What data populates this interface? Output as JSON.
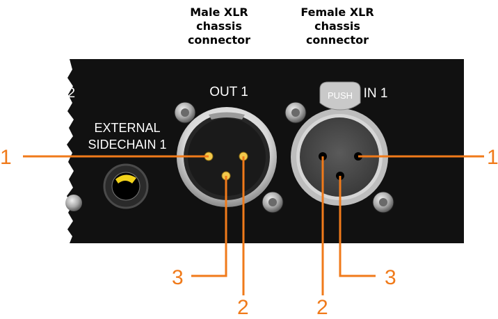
{
  "captions": {
    "male": "Male XLR\nchassis\nconnector",
    "female": "Female XLR\nchassis\nconnector"
  },
  "panel": {
    "out_label": "OUT 1",
    "in_label": "IN 1",
    "push_label": "PUSH",
    "sidechain_line1": "EXTERNAL",
    "sidechain_line2": "SIDECHAIN 1",
    "edge_digit": "2"
  },
  "callouts": {
    "male_pin1": "1",
    "male_pin3": "3",
    "male_pin2": "2",
    "female_pin1": "1",
    "female_pin2": "2",
    "female_pin3": "3"
  },
  "colors": {
    "panel": "#111111",
    "callout": "#f07a1a",
    "male_pin": "#f2c94c"
  }
}
